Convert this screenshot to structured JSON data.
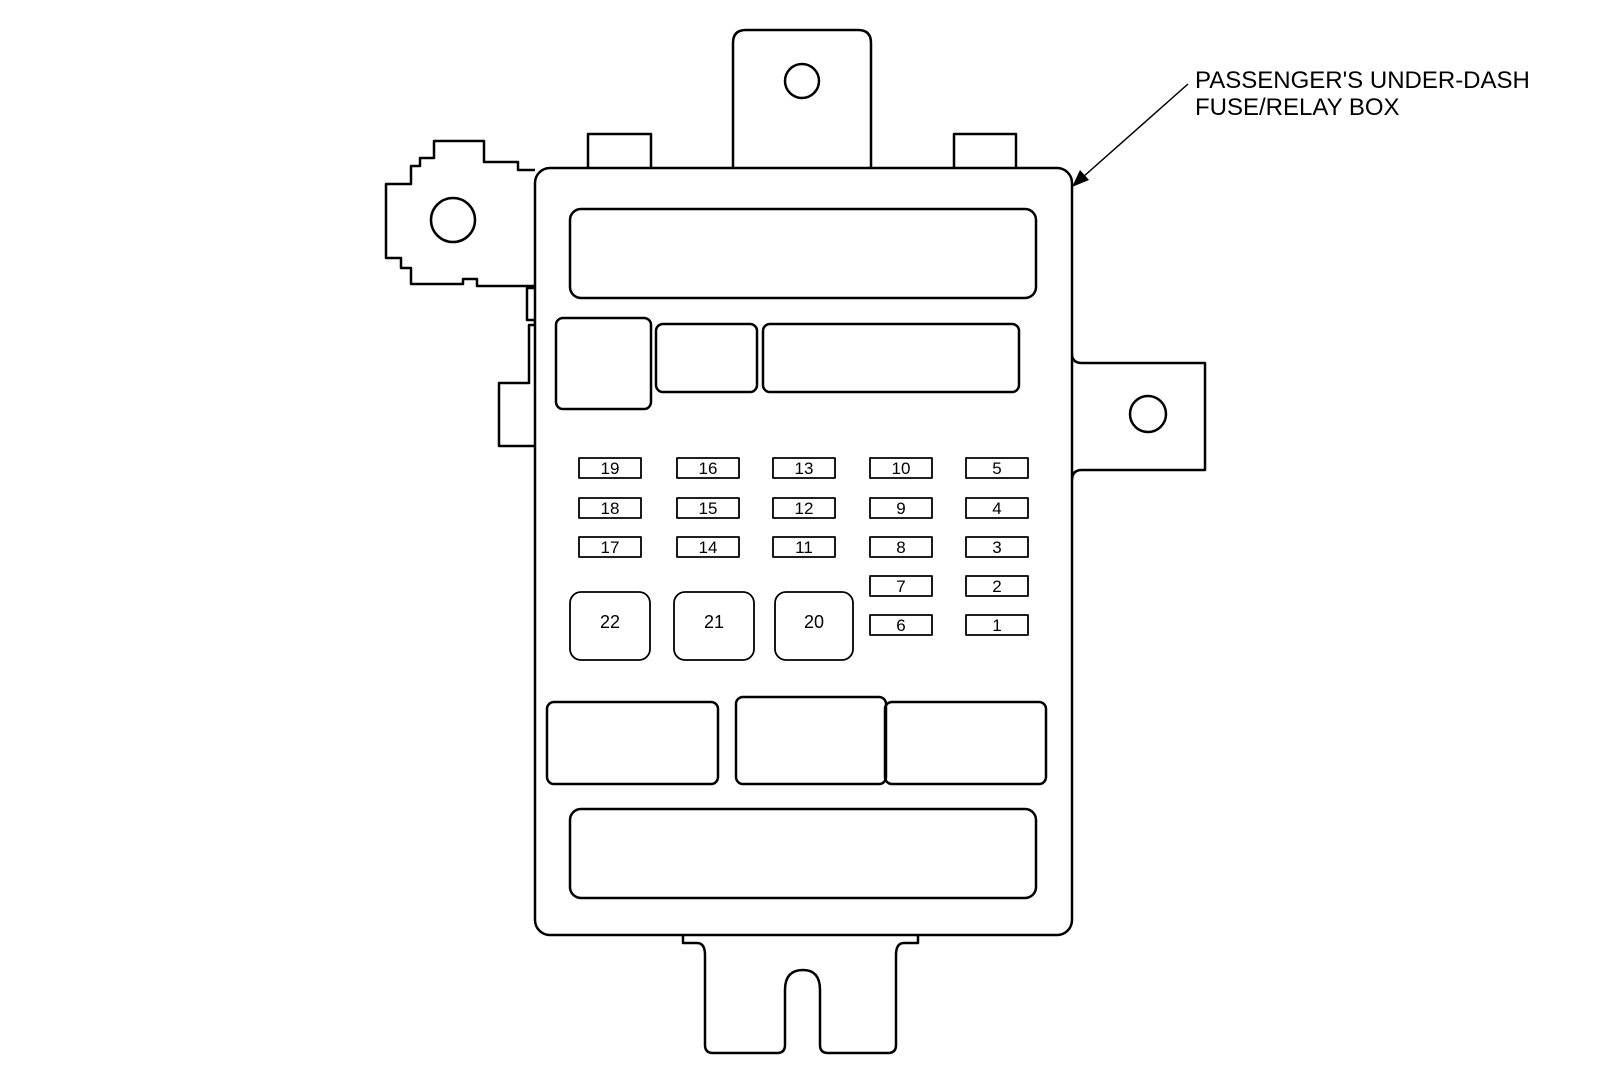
{
  "title": {
    "line1": "PASSENGER'S UNDER-DASH",
    "line2": "FUSE/RELAY BOX"
  },
  "fuses": {
    "f1": "1",
    "f2": "2",
    "f3": "3",
    "f4": "4",
    "f5": "5",
    "f6": "6",
    "f7": "7",
    "f8": "8",
    "f9": "9",
    "f10": "10",
    "f11": "11",
    "f12": "12",
    "f13": "13",
    "f14": "14",
    "f15": "15",
    "f16": "16",
    "f17": "17",
    "f18": "18",
    "f19": "19"
  },
  "relays": {
    "r20": "20",
    "r21": "21",
    "r22": "22"
  },
  "colors": {
    "line": "#000000",
    "background": "#ffffff"
  }
}
